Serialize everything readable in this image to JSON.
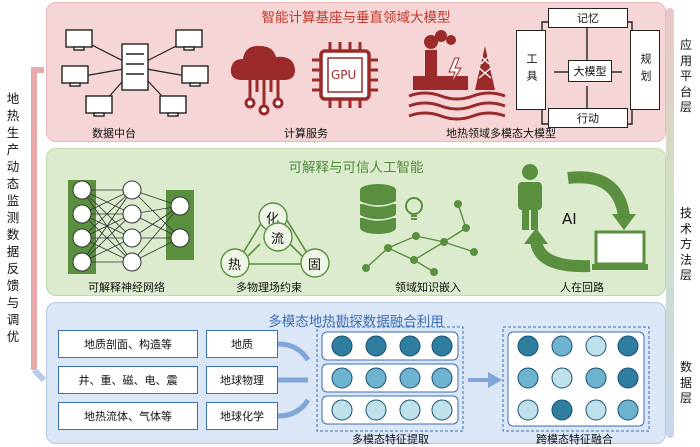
{
  "left_axis": {
    "label": "地热生产动态监测数据反馈与调优"
  },
  "right_axis": {
    "top": "应用平台层",
    "mid": "技术方法层",
    "bot": "数据层"
  },
  "layers": {
    "top": {
      "title": "智能计算基座与垂直领域大模型",
      "items": [
        "数据中台",
        "计算服务",
        "地热领域多模态大模型"
      ],
      "gpu_label": "GPU",
      "model_diagram": {
        "center": "大模型",
        "top": "记忆",
        "left": "工具",
        "right": "规划",
        "bottom": "行动"
      }
    },
    "mid": {
      "title": "可解释与可信人工智能",
      "items": [
        "可解释神经网络",
        "多物理场约束",
        "领域知识嵌入",
        "人在回路"
      ],
      "physics_nodes": [
        "化",
        "流",
        "热",
        "固"
      ],
      "ai_label": "AI"
    },
    "bot": {
      "title": "多模态地热勘探数据融合利用",
      "rows": [
        {
          "source": "地质剖面、构造等",
          "category": "地质"
        },
        {
          "source": "井、重、磁、电、震",
          "category": "地球物理"
        },
        {
          "source": "地热流体、气体等",
          "category": "地球化学"
        }
      ],
      "extract_label": "多模态特征提取",
      "fusion_label": "跨模态特征融合"
    }
  },
  "colors": {
    "top_title": "#c0392b",
    "mid_title": "#4f8a3c",
    "bot_title": "#3b6fb5",
    "cloud": "#9b2a2a",
    "mid_node": "#5a8f3f"
  }
}
